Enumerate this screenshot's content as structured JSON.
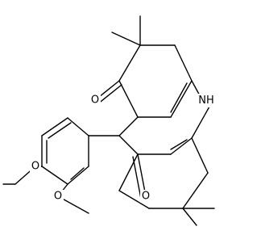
{
  "atom_labels": {
    "nh": "NH",
    "o_top": "O",
    "o_bottom": "O",
    "o_methoxy": "O",
    "o_ethoxy": "O"
  },
  "colors": {
    "background": "#ffffff",
    "bond": "#000000",
    "text": "#000000"
  }
}
